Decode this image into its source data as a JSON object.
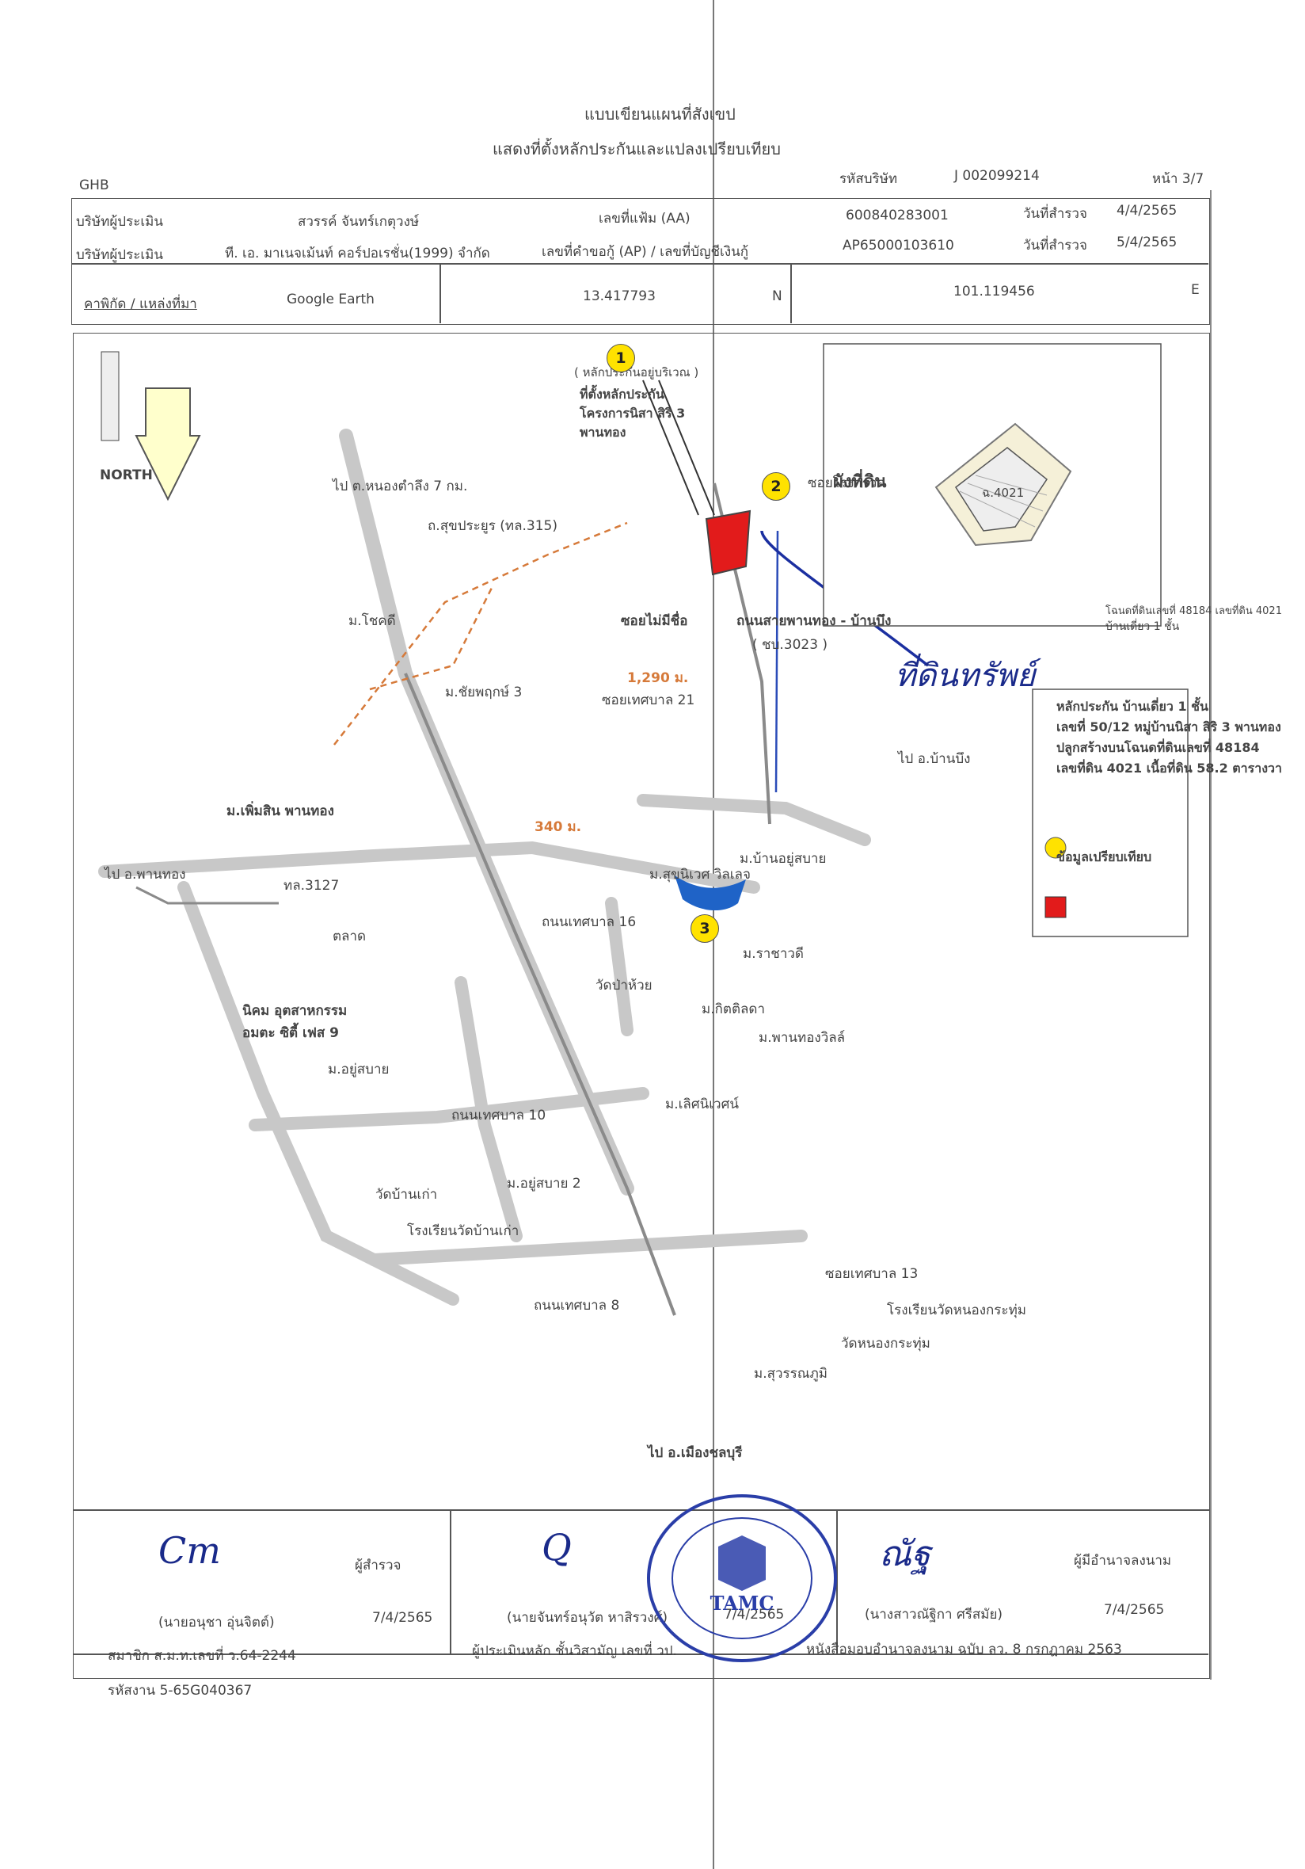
{
  "header": {
    "title": "แบบเขียนแผนที่สังเขป",
    "subtitle": "แสดงที่ตั้งหลักประกันและแปลงเปรียบเทียบ",
    "bank": "GHB",
    "company_code_label": "รหัสบริษัท",
    "company_code": "J 002099214",
    "page_label": "หน้า 3/7"
  },
  "info": {
    "row1_label": "บริษัทผู้ประเมิน",
    "row1_name": "สวรรค์ จันทร์เกตุวงษ์",
    "row1_field": "เลขที่แฟ้ม (AA)",
    "row1_value": "600840283001",
    "row1_date_label": "วันที่สำรวจ",
    "row1_date": "4/4/2565",
    "row2_label": "บริษัทผู้ประเมิน",
    "row2_name": "ที. เอ. มาเนจเม้นท์ คอร์ปอเรชั่น(1999) จำกัด",
    "row2_field": "เลขที่คำขอกู้ (AP) / เลขที่บัญชีเงินกู้",
    "row2_value": "AP65000103610",
    "row2_date_label": "วันที่สำรวจ",
    "row2_date": "5/4/2565",
    "coord_label": "คาพิกัด / แหล่งที่มา",
    "coord_source": "Google Earth",
    "lat": "13.417793",
    "lat_dir": "N",
    "lon": "101.119456",
    "lon_dir": "E"
  },
  "map": {
    "north": "NORTH",
    "collateral_note": "( หลักประกันอยู่บริเวณ )",
    "collateral_box": "ที่ตั้งหลักประกัน",
    "project": "โครงการนิสา สิริ 3",
    "project2": "พานทอง",
    "road_to_7": "ไป ต.หนองตำลึง 7 กม.",
    "road_315": "ถ.สุขประยูร (ทล.315)",
    "soi_bang": "ซอยโรงกรวด",
    "road_main": "ถนนสายพานทอง - บ้านบึง",
    "road_3023": "( ชบ.3023 )",
    "soi_21": "ซอยเทศบาล 21",
    "dist_1290": "1,290 ม.",
    "dist_340": "340 ม.",
    "soi_maimi": "ซอยไม่มีชื่อ",
    "to_banbueng": "ไป อ.บ้านบึง",
    "to_phanthong": "ไป อ.พานทอง",
    "tl3127": "ทล.3127",
    "road_10": "ถนนเทศบาล 10",
    "road_8": "ถนนเทศบาล 8",
    "soi_13": "ซอยเทศบาล 13",
    "to_chon": "ไป อ.เมืองชลบุรี",
    "road_16": "ถนนเทศบาล 16",
    "temple1": "วัดป่าห้วย",
    "temple2": "วัดบ้านเก่า",
    "temple3": "วัดหนองกระทุ่ม",
    "school1": "โรงเรียนวัดบ้านเก่า",
    "school2": "โรงเรียนวัดหนองกระทุ่ม",
    "estate1": "นิคม อุตสาหกรรม",
    "estate2": "อมตะ ซิตี้ เฟส 9",
    "market": "ตลาด",
    "village1": "ม.เพิ่มสิน พานทอง",
    "village2": "ม.อยู่สบาย",
    "village3": "ม.บ้านอยู่สบาย",
    "village4": "ม.ราชาวดี",
    "village5": "ม.พานทองวิลล์",
    "village6": "ม.โชคดี",
    "village7": "ม.กิตติลดา",
    "village8": "ม.ชัยพฤกษ์ 3",
    "village9": "ม.สุวรรณภูมิ",
    "village10": "ม.อยู่สบาย 2",
    "village11": "ม.เลิศนิเวศน์",
    "village12": "ม.สุขนิเวศ วิลเลจ",
    "signature": "ที่ดินทรัพย์"
  },
  "inset": {
    "title": "ผังที่ดิน",
    "parcel": "ฉ.4021",
    "note1": "บ้านเดี่ยว 1 ชั้น",
    "note2": "โฉนดที่ดินเลขที่ 48184 เลขที่ดิน 4021"
  },
  "legend": {
    "line1": "หลักประกัน บ้านเดี่ยว 1 ชั้น",
    "line2": "เลขที่ 50/12 หมู่บ้านนิสา สิริ 3 พานทอง",
    "line3": "ปลูกสร้างบนโฉนดที่ดินเลขที่ 48184",
    "line4": "เลขที่ดิน 4021 เนื้อที่ดิน 58.2 ตารางวา",
    "line5": "ข้อมูลเปรียบเทียบ"
  },
  "footer": {
    "sig1_role": "ผู้สำรวจ",
    "sig1_name": "(นายอนุชา อุ่นจิตต์)",
    "sig1_date": "7/4/2565",
    "sig1_member": "สมาชิก ส.ม.ท.เลขที่ ว.64-2244",
    "sig2_name": "(นายจันทร์อนุวัต หาสิรวงศ์)",
    "sig2_date": "7/4/2565",
    "sig2_note": "ผู้ประเมินหลัก ชั้นวิสามัญ เลขที่ วป.",
    "sig3_role": "ผู้มีอำนาจลงนาม",
    "sig3_name": "(นางสาวณัฐิกา ศรีสมัย)",
    "sig3_date": "7/4/2565",
    "sig3_note": "หนังสือมอบอำนาจลงนาม ฉบับ ลว. 8 กรกฎาคม 2563",
    "report_code": "รหัสงาน 5-65G040367",
    "stamp_text": "TAMC"
  }
}
